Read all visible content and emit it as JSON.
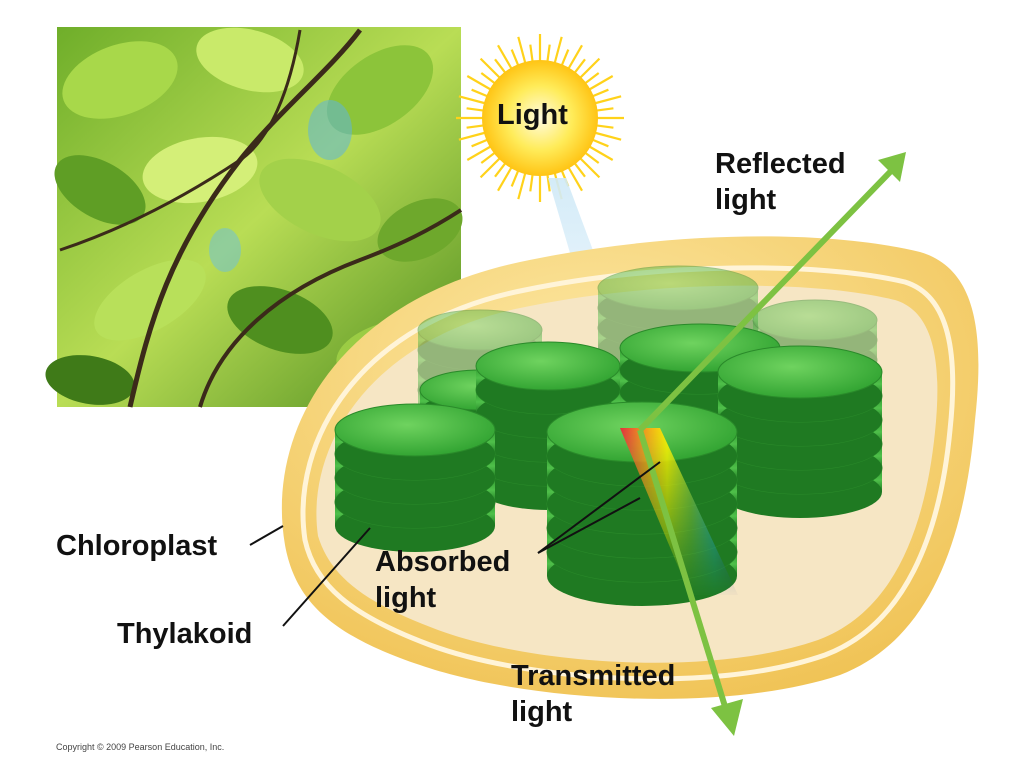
{
  "labels": {
    "light": "Light",
    "reflected_line1": "Reflected",
    "reflected_line2": "light",
    "chloroplast": "Chloroplast",
    "thylakoid": "Thylakoid",
    "absorbed_line1": "Absorbed",
    "absorbed_line2": "light",
    "transmitted_line1": "Transmitted",
    "transmitted_line2": "light"
  },
  "copyright": "Copyright © 2009 Pearson Education, Inc.",
  "colors": {
    "arrow_green": "#7dc242",
    "thylakoid_green": "#3aa63a",
    "envelope_yellow": "#f5cf68",
    "stroma": "#f6e6c4",
    "sun_yellow": "#ffd21a"
  }
}
